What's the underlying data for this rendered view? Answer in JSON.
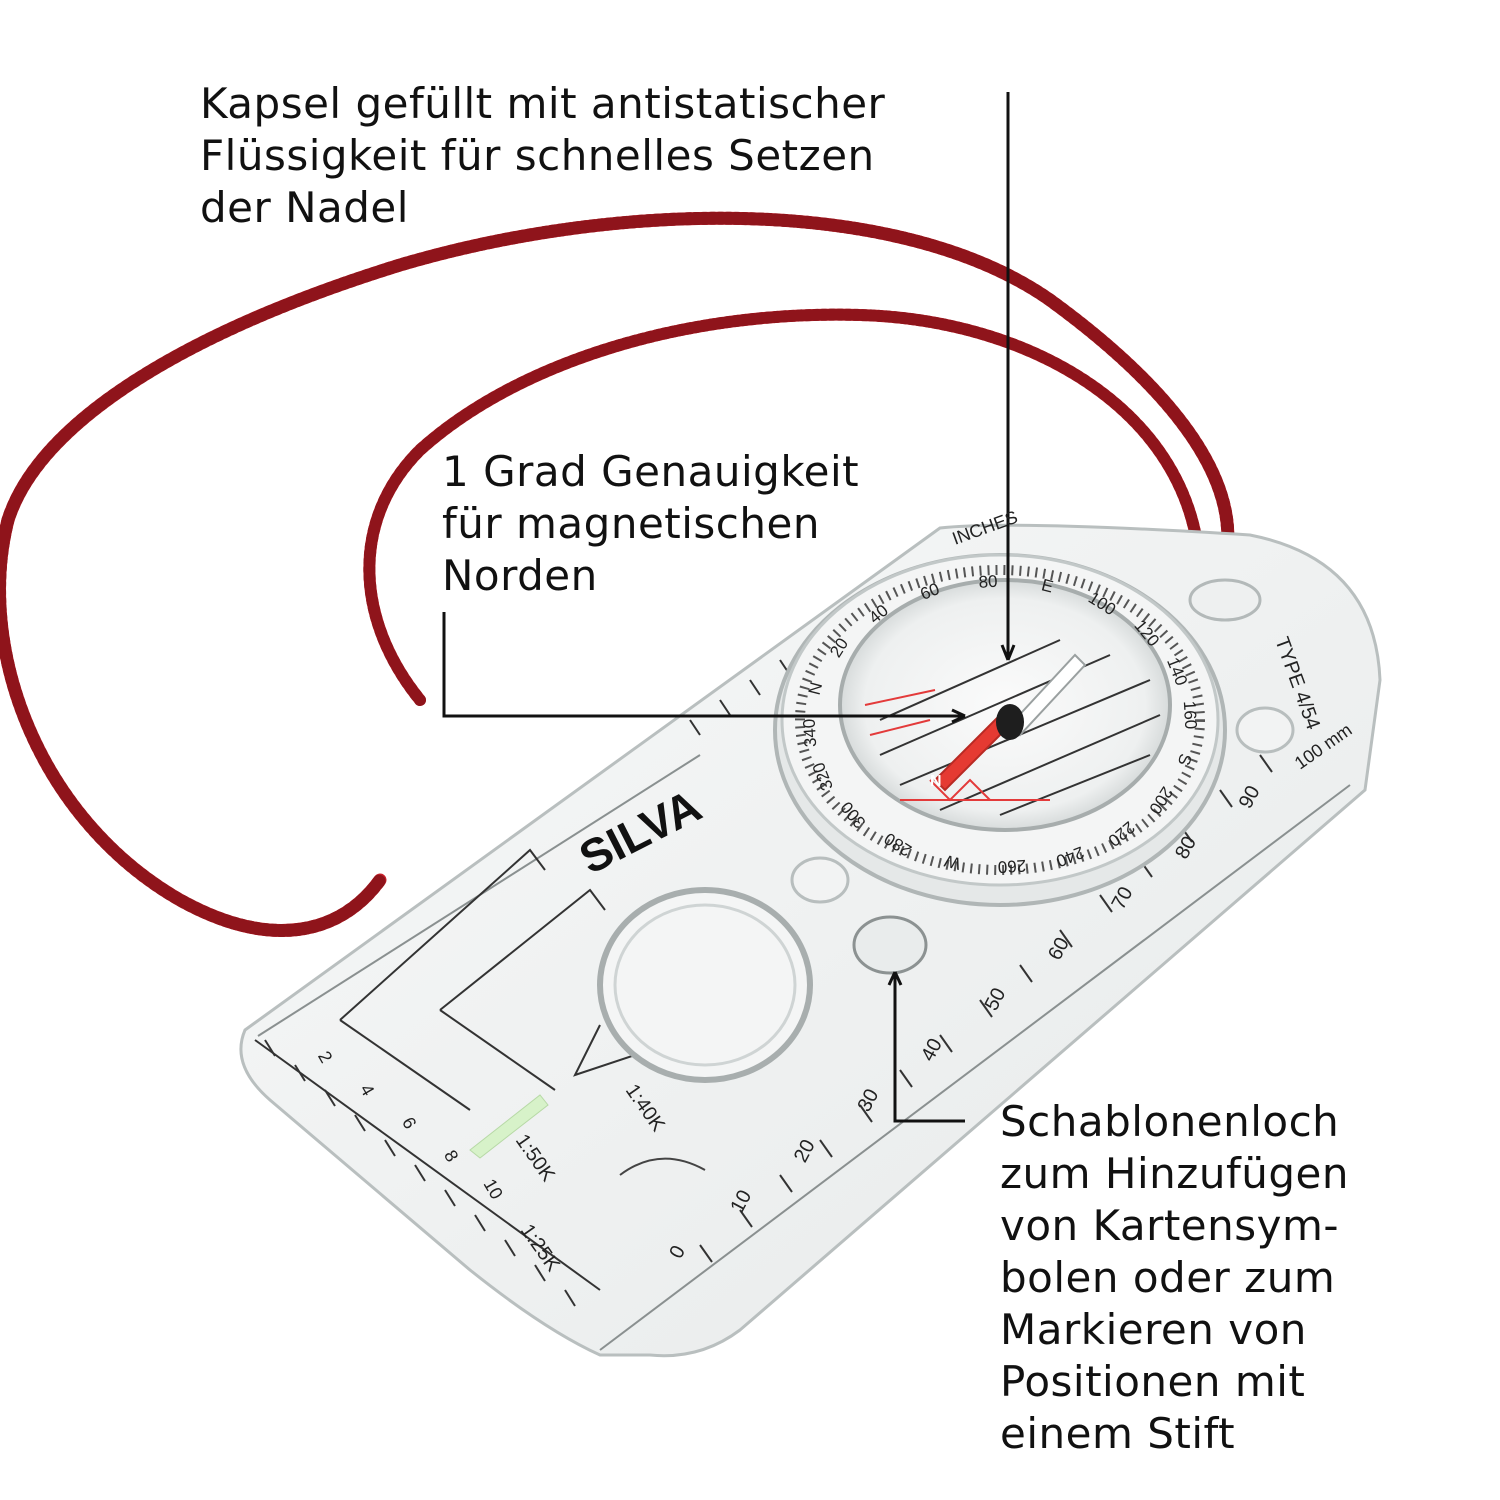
{
  "annotations": {
    "capsule": [
      "Kapsel gefüllt mit antistatischer",
      "Flüssigkeit für schnelles Setzen",
      "der Nadel"
    ],
    "accuracy": [
      "1 Grad Genauigkeit",
      "für magnetischen",
      "Norden"
    ],
    "template_hole": [
      "Schablonenloch",
      "zum Hinzufügen",
      "von Kartensym-",
      "bolen oder zum",
      "Markieren von",
      "Positionen mit",
      "einem Stift"
    ]
  },
  "product": {
    "brand": "SILVA",
    "type_marking": "TYPE 4/54",
    "scales": [
      "1:25K",
      "1:40K",
      "1:50K"
    ],
    "ruler_unit": "100 mm",
    "ruler_numbers": [
      "0",
      "10",
      "20",
      "30",
      "40",
      "50",
      "60",
      "70",
      "80",
      "90"
    ],
    "bezel_numbers": [
      "20",
      "40",
      "60",
      "80",
      "E",
      "100",
      "120",
      "140",
      "160",
      "S",
      "200",
      "220",
      "240",
      "260",
      "W",
      "280",
      "300",
      "320",
      "340",
      "N"
    ],
    "left_scale_numbers": [
      "2",
      "4",
      "6",
      "8",
      "10"
    ],
    "inches_label": "INCHES",
    "needle_label": "N",
    "lanyard_color": "#c8202a"
  }
}
